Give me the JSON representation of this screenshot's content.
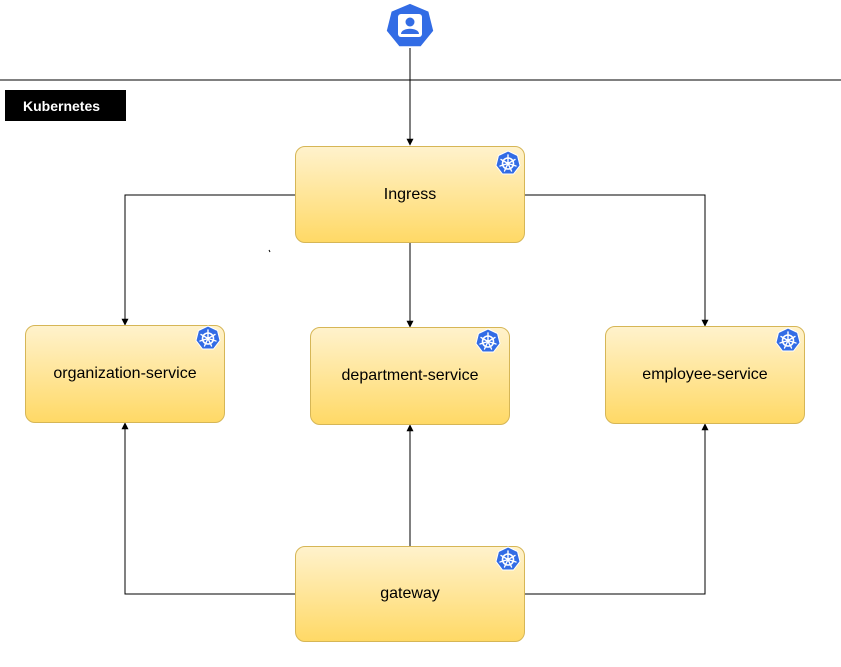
{
  "cluster": {
    "label": "Kubernetes"
  },
  "nodes": {
    "ingress": {
      "label": "Ingress"
    },
    "organization": {
      "label": "organization-service"
    },
    "department": {
      "label": "department-service"
    },
    "employee": {
      "label": "employee-service"
    },
    "gateway": {
      "label": "gateway"
    }
  },
  "icons": {
    "user": "user-icon",
    "kubernetes": "kubernetes-helm-icon"
  },
  "colors": {
    "node_fill_top": "#fff2cc",
    "node_fill_bottom": "#ffd966",
    "node_border": "#d6b656",
    "k8s_blue": "#326ce5",
    "label_bg": "#000000",
    "edge": "#000000"
  }
}
